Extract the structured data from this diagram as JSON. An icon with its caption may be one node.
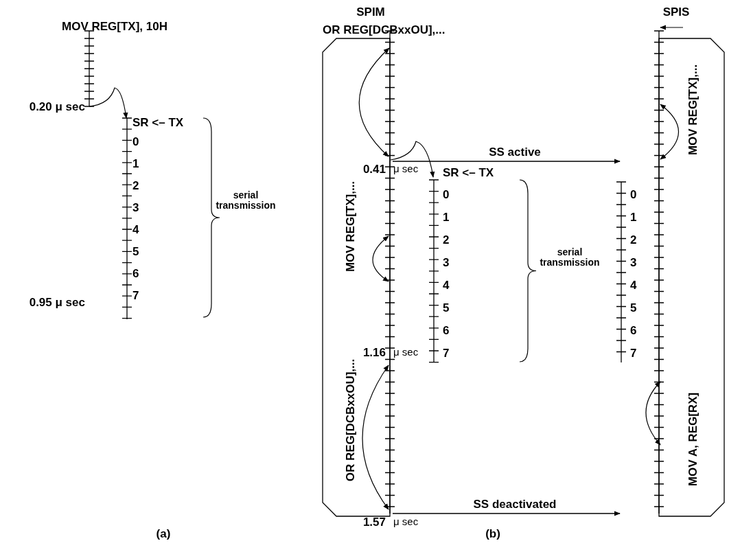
{
  "diagram": {
    "nodes": [
      {
        "text": [
          "SPIM"
        ]
      },
      {
        "text": [
          "SPIS"
        ]
      }
    ],
    "edges": [
      {
        "from": 0,
        "to": 1,
        "arrow": "to",
        "label": "SS active"
      },
      {
        "from": 0,
        "to": 1,
        "arrow": "to",
        "label": "SS deactivated"
      }
    ],
    "labels": [
      "MOV  REG[TX], 10H",
      "0.20  μ sec",
      "SR <– TX",
      "0",
      "1",
      "2",
      "3",
      "4",
      "5",
      "6",
      "7",
      "serial transmission",
      "0.95 μ sec",
      "(a)",
      "OR REG[DCBxxOU],...",
      "MOV REG[TX],...",
      "0.41",
      "μ sec",
      "SR <– TX",
      "0",
      "1",
      "2",
      "3",
      "4",
      "5",
      "6",
      "7",
      "serial transmission",
      "0",
      "1",
      "2",
      "3",
      "4",
      "5",
      "6",
      "7",
      "OR REG[DCBxxOU],...",
      "1.16",
      "μ sec",
      "1.57",
      "μ sec",
      "MOV REG[TX],...",
      "MOV A, REG[RX]",
      "(b)"
    ]
  }
}
